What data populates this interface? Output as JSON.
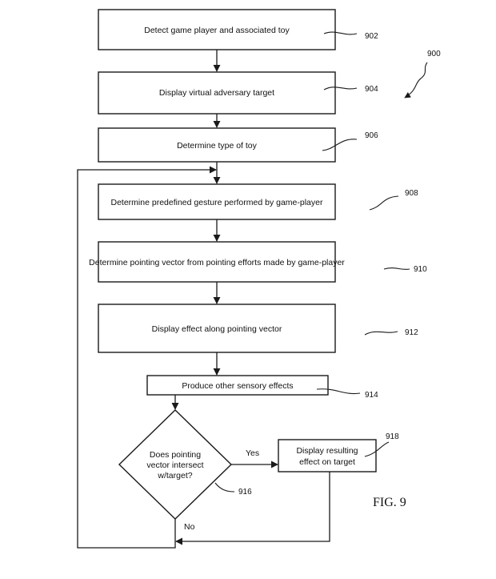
{
  "figure_number": "900",
  "figure_label": "FIG. 9",
  "steps": [
    {
      "text": "Detect game player and associated toy",
      "ref": "902"
    },
    {
      "text": "Display virtual adversary target",
      "ref": "904"
    },
    {
      "text": "Determine type of toy",
      "ref": "906"
    },
    {
      "text": "Determine predefined gesture performed by game-player",
      "ref": "908"
    },
    {
      "text": "Determine pointing vector from pointing efforts made by game-player",
      "ref": "910"
    },
    {
      "text": "Display effect along pointing vector",
      "ref": "912"
    },
    {
      "text": "Produce other sensory effects",
      "ref": "914"
    }
  ],
  "decision": {
    "lines": [
      "Does pointing",
      "vector intersect",
      "w/target?"
    ],
    "ref": "916",
    "yes_label": "Yes",
    "no_label": "No"
  },
  "result": {
    "lines": [
      "Display resulting",
      "effect on target"
    ],
    "ref": "918"
  }
}
